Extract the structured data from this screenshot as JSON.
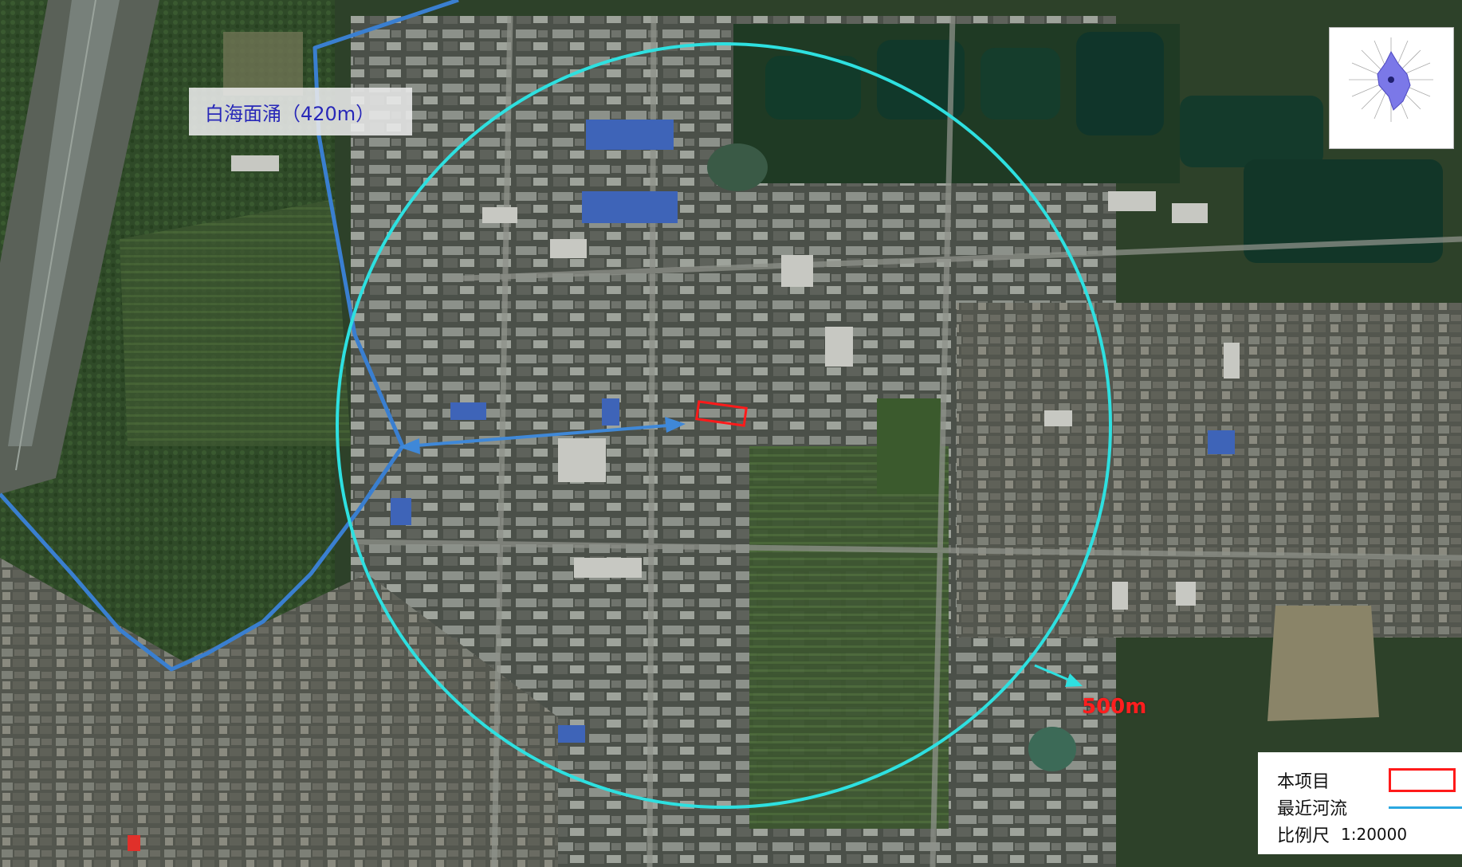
{
  "map": {
    "river_label": "白海面涌（420m）",
    "radius_label": "500m",
    "windrose_caption": "",
    "colors": {
      "buffer_circle": "#2ee0e0",
      "river": "#3a7fd0",
      "project_outline": "#ff1a1a",
      "radius_text": "#ff1e1e",
      "river_label_text": "#2828b8"
    }
  },
  "legend": {
    "project_label": "本项目",
    "river_label": "最近河流",
    "scale_label": "比例尺",
    "scale_value": "1:20000"
  }
}
